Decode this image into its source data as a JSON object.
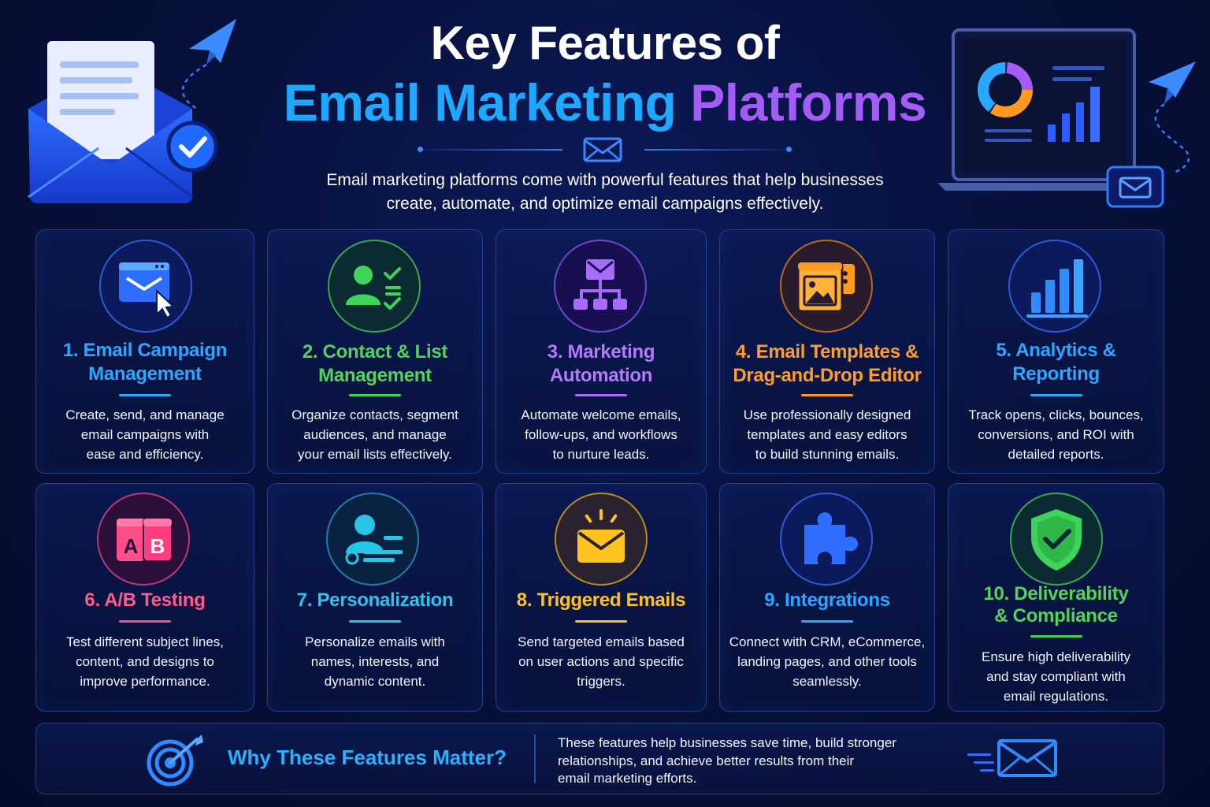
{
  "header": {
    "title_line1": "Key Features of",
    "title_line2_part1": "Email Marketing",
    "title_line2_part2": "Platforms",
    "subtitle_line1": "Email marketing platforms come with powerful features that help businesses",
    "subtitle_line2": "create, automate, and optimize email campaigns effectively."
  },
  "colors": {
    "background": "#07113d",
    "accent_blue": "#1ea8ff",
    "accent_purple": "#a35cf5",
    "card_border": "#22408f"
  },
  "features": [
    {
      "title_line1": "1. Email Campaign",
      "title_line2": "Management",
      "desc_line1": "Create, send, and manage",
      "desc_line2": "email campaigns with",
      "desc_line3": "ease and efficiency.",
      "icon": "email-window-cursor-icon",
      "color": "#2aa8ff"
    },
    {
      "title_line1": "2. Contact & List",
      "title_line2": "Management",
      "desc_line1": "Organize contacts, segment",
      "desc_line2": "audiences, and manage",
      "desc_line3": "your email lists effectively.",
      "icon": "contact-checklist-icon",
      "color": "#3ed45a"
    },
    {
      "title_line1": "3. Marketing",
      "title_line2": "Automation",
      "desc_line1": "Automate welcome emails,",
      "desc_line2": "follow-ups, and workflows",
      "desc_line3": "to nurture leads.",
      "icon": "automation-workflow-icon",
      "color": "#a66cf7"
    },
    {
      "title_line1": "4. Email Templates &",
      "title_line2": "Drag-and-Drop Editor",
      "desc_line1": "Use professionally designed",
      "desc_line2": "templates and easy editors",
      "desc_line3": "to build stunning emails.",
      "icon": "template-image-icon",
      "color": "#ff9a1f"
    },
    {
      "title_line1": "5. Analytics &",
      "title_line2": "Reporting",
      "desc_line1": "Track opens, clicks, bounces,",
      "desc_line2": "conversions, and ROI with",
      "desc_line3": "detailed reports.",
      "icon": "bar-chart-icon",
      "color": "#2aa8ff"
    },
    {
      "title_line1": "6. A/B Testing",
      "title_line2": "",
      "desc_line1": "Test different subject lines,",
      "desc_line2": "content, and designs to",
      "desc_line3": "improve performance.",
      "icon": "ab-test-icon",
      "color": "#ff4f8a"
    },
    {
      "title_line1": "7. Personalization",
      "title_line2": "",
      "desc_line1": "Personalize emails with",
      "desc_line2": "names, interests, and",
      "desc_line3": "dynamic content.",
      "icon": "personalization-user-icon",
      "color": "#27c4e8"
    },
    {
      "title_line1": "8. Triggered Emails",
      "title_line2": "",
      "desc_line1": "Send targeted emails based",
      "desc_line2": "on user actions and specific",
      "desc_line3": "triggers.",
      "icon": "triggered-email-icon",
      "color": "#ffc21f"
    },
    {
      "title_line1": "9. Integrations",
      "title_line2": "",
      "desc_line1": "Connect with CRM, eCommerce,",
      "desc_line2": "landing pages, and other tools",
      "desc_line3": "seamlessly.",
      "icon": "puzzle-piece-icon",
      "color": "#2aa8ff"
    },
    {
      "title_line1": "10. Deliverability",
      "title_line2": "& Compliance",
      "desc_line1": "Ensure high deliverability",
      "desc_line2": "and stay compliant with",
      "desc_line3": "email regulations.",
      "icon": "shield-check-icon",
      "color": "#3ed45a"
    }
  ],
  "bottom": {
    "title": "Why These Features Matter?",
    "text_line1": "These features help businesses save time, build stronger",
    "text_line2": "relationships, and achieve better results from their",
    "text_line3": "email marketing efforts.",
    "icon_left": "target-arrow-icon",
    "icon_right": "fast-email-icon"
  }
}
